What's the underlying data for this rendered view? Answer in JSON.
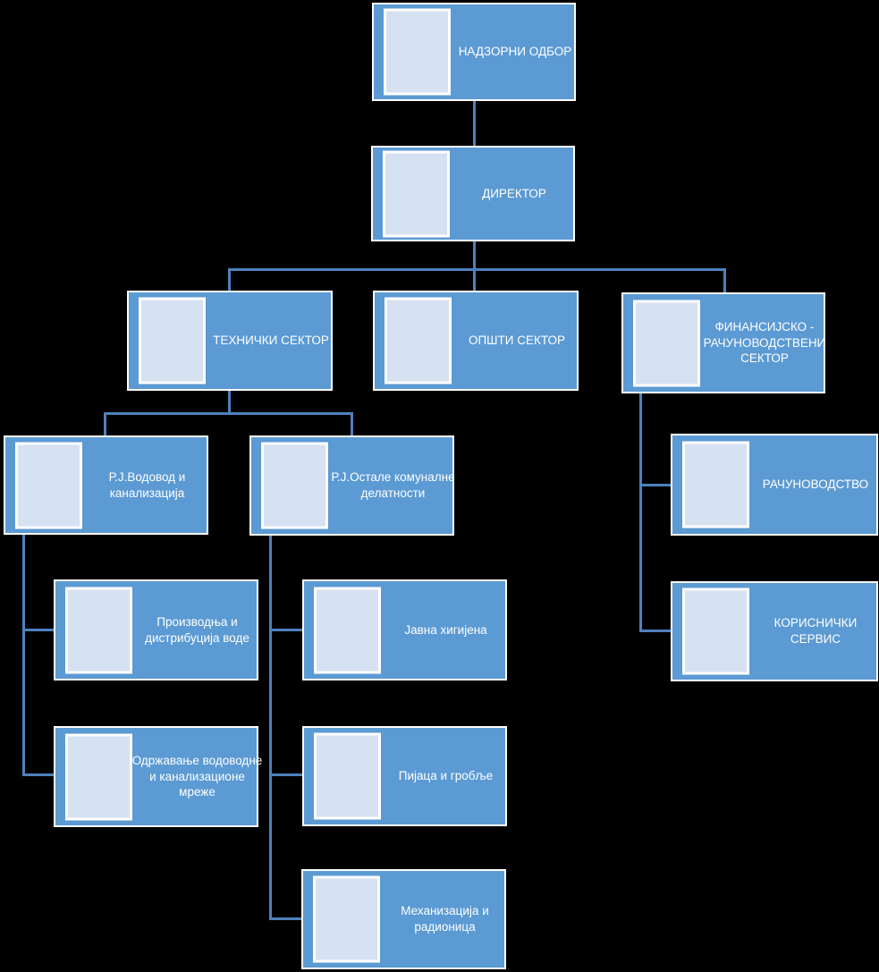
{
  "diagram": {
    "type": "org-chart",
    "language": "Serbian (Cyrillic)",
    "colors": {
      "background": "#000000",
      "node_fill": "#5b9ad3",
      "node_border": "#ffffff",
      "placeholder_fill": "#d6e1f2",
      "connector": "#4e81bd",
      "text": "#ffffff"
    },
    "nodes": [
      {
        "id": "nadzorni-odbor",
        "label": "НАДЗОРНИ ОДБОР",
        "parent": null
      },
      {
        "id": "direktor",
        "label": "ДИРЕКТОР",
        "parent": "nadzorni-odbor"
      },
      {
        "id": "tehnicki-sektor",
        "label": "ТЕХНИЧКИ СЕКТОР",
        "parent": "direktor"
      },
      {
        "id": "opsti-sektor",
        "label": "ОПШТИ СЕКТОР",
        "parent": "direktor"
      },
      {
        "id": "finansijsko-racunovodstveni-sektor",
        "label": "ФИНАНСИЈСКО - РАЧУНОВОДСТВЕНИ СЕКТОР",
        "parent": "direktor"
      },
      {
        "id": "rj-vodovod-i-kanalizacija",
        "label": "Р.Ј.Водовод и канализација",
        "parent": "tehnicki-sektor"
      },
      {
        "id": "rj-ostale-komunalne-delatnosti",
        "label": "Р.Ј.Остале комуналне делатности",
        "parent": "tehnicki-sektor"
      },
      {
        "id": "racunovodstvo",
        "label": "РАЧУНОВОДСТВО",
        "parent": "finansijsko-racunovodstveni-sektor"
      },
      {
        "id": "korisnicki-servis",
        "label": "КОРИСНИЧКИ СЕРВИС",
        "parent": "finansijsko-racunovodstveni-sektor"
      },
      {
        "id": "proizvodnja-i-distribucija-vode",
        "label": "Производња и дистрибуција воде",
        "parent": "rj-vodovod-i-kanalizacija"
      },
      {
        "id": "javna-higijena",
        "label": "Јавна хигијена",
        "parent": "rj-ostale-komunalne-delatnosti"
      },
      {
        "id": "odrzavanje-mreze",
        "label": "Одржавање водоводне и канализационе мреже",
        "parent": "rj-vodovod-i-kanalizacija"
      },
      {
        "id": "pijaca-i-groblje",
        "label": "Пијаца и гробље",
        "parent": "rj-ostale-komunalne-delatnosti"
      },
      {
        "id": "mehanizacija-i-radionica",
        "label": "Механизација и радионица",
        "parent": "rj-ostale-komunalne-delatnosti"
      }
    ]
  }
}
